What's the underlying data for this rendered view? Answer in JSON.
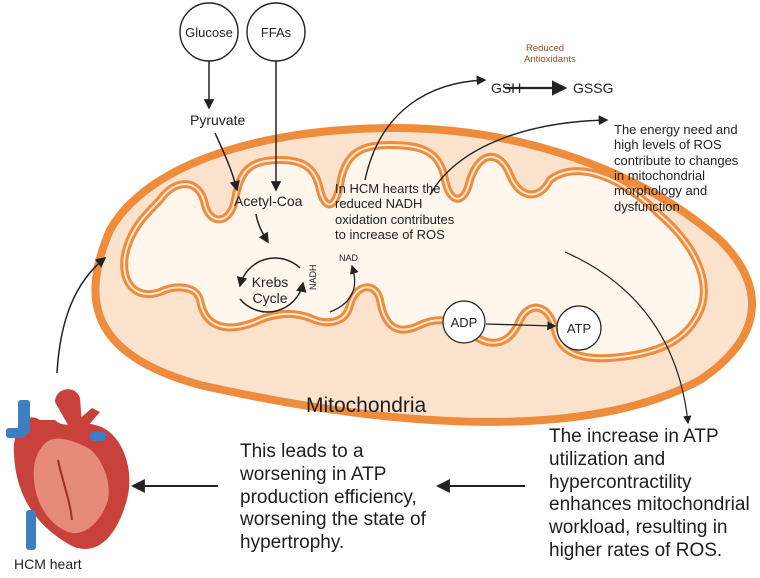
{
  "inputs": {
    "glucose": "Glucose",
    "ffas": "FFAs"
  },
  "metabolism": {
    "pyruvate": "Pyruvate",
    "acetyl_coa": "Acetyl-Coa",
    "krebs_line1": "Krebs",
    "krebs_line2": "Cycle",
    "nadh": "NADH",
    "nad": "NAD",
    "adp": "ADP",
    "atp": "ATP"
  },
  "antioxidants": {
    "label_line1": "Reduced",
    "label_line2": "Antioxidants",
    "gsh": "GSH",
    "gssg": "GSSG"
  },
  "notes": {
    "energy_need": [
      "The energy need and",
      "high levels of ROS",
      "contribute to changes",
      "in mitochondrial",
      "morphology and",
      "dysfunction"
    ],
    "nadh_oxidation": [
      "In HCM hearts the",
      "reduced NADH",
      "oxidation contributes",
      "to increase of ROS"
    ],
    "atp_utilization": [
      "The increase in ATP",
      "utilization and",
      "hypercontractility",
      "enhances mitochondrial",
      "workload, resulting in",
      "higher rates of ROS."
    ],
    "atp_efficiency": [
      "This leads to a",
      "worsening in ATP",
      "production efficiency,",
      "worsening the state of",
      "hypertrophy."
    ]
  },
  "mitochondria_label": "Mitochondria",
  "heart_label": "HCM heart",
  "colors": {
    "membrane_orange": "#ef8c3c",
    "outer_fill": "#fbe2cc",
    "inner_fill": "#fff6ee",
    "reduced_antioxidants": "#9b4a2a",
    "heart_red": "#c8413a",
    "heart_blue": "#3d7fc0"
  }
}
